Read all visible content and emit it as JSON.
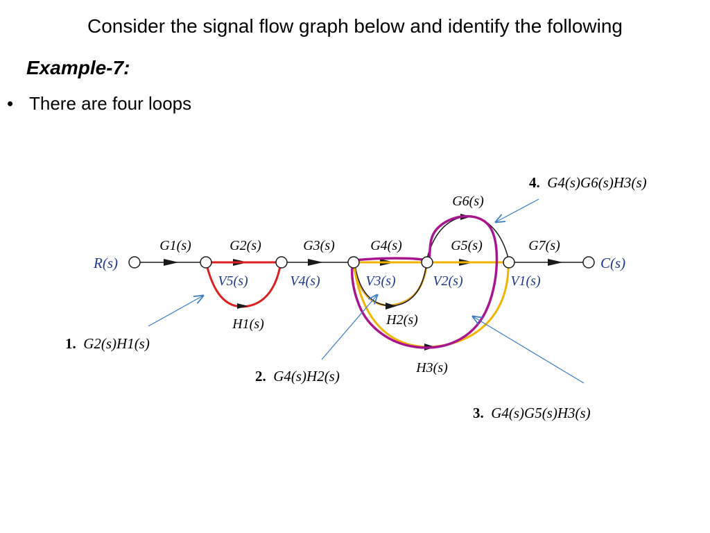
{
  "slide": {
    "title": "Consider the signal flow graph below and identify the following",
    "example": "Example-7:",
    "bullet": "There are four loops"
  },
  "graph": {
    "input": "R(s)",
    "output": "C(s)",
    "branches": [
      "G1(s)",
      "G2(s)",
      "G3(s)",
      "G4(s)",
      "G5(s)",
      "G7(s)"
    ],
    "upper_branch": "G6(s)",
    "nodes": [
      "V5(s)",
      "V4(s)",
      "V3(s)",
      "V2(s)",
      "V1(s)"
    ],
    "feedback": [
      "H1(s)",
      "H2(s)",
      "H3(s)"
    ]
  },
  "loops": [
    {
      "num": "1.",
      "text": "G2(s)H1(s)"
    },
    {
      "num": "2.",
      "text": "G4(s)H2(s)"
    },
    {
      "num": "3.",
      "text": "G4(s)G5(s)H3(s)"
    },
    {
      "num": "4.",
      "text": "G4(s)G6(s)H3(s)"
    }
  ],
  "colors": {
    "loop1": "#dd1f1f",
    "loop2": "#e8a820",
    "loop3": "#f0b400",
    "loop4": "#a8168f",
    "graph_ink": "#1a1a1a",
    "pointer": "#3a7bc8",
    "label_ink": "#1f3a8a"
  }
}
